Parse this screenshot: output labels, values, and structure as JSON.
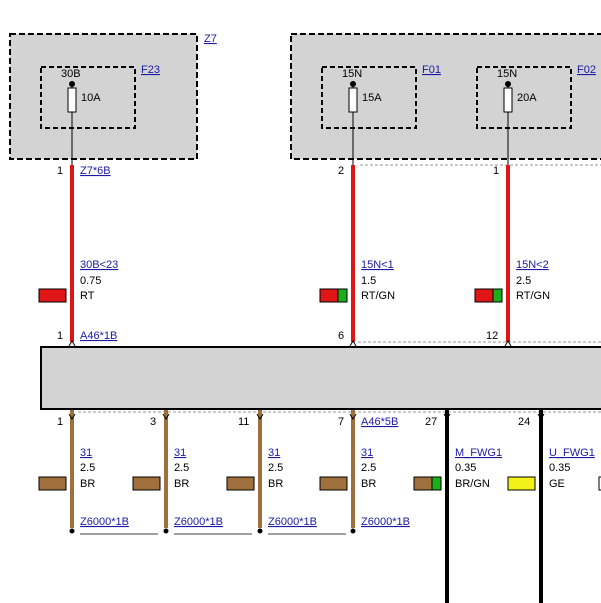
{
  "modules": {
    "z7": {
      "label": "Z7"
    },
    "a46": {
      "label": "A46*1B",
      "bottom_label": "A46*5B"
    }
  },
  "fuses": [
    {
      "id": "F23",
      "terminal": "30B",
      "rating": "10A"
    },
    {
      "id": "F01",
      "terminal": "15N",
      "rating": "15A"
    },
    {
      "id": "F02",
      "terminal": "15N",
      "rating": "20A"
    }
  ],
  "top_wires": [
    {
      "pin_top": "1",
      "connector_top": "Z7*6B",
      "signal": "30B<23",
      "gauge": "0.75",
      "color_code": "RT",
      "colors": [
        "#e01515"
      ],
      "pin_bottom": "1"
    },
    {
      "pin_top": "2",
      "connector_top": "",
      "signal": "15N<1",
      "gauge": "1.5",
      "color_code": "RT/GN",
      "colors": [
        "#e01515",
        "#19b019"
      ],
      "pin_bottom": "6"
    },
    {
      "pin_top": "1",
      "connector_top": "",
      "signal": "15N<2",
      "gauge": "2.5",
      "color_code": "RT/GN",
      "colors": [
        "#e01515",
        "#19b019"
      ],
      "pin_bottom": "12"
    }
  ],
  "bottom_wires": [
    {
      "pin": "1",
      "signal": "31",
      "gauge": "2.5",
      "color_code": "BR",
      "colors": [
        "#a0703c"
      ],
      "connector": "Z6000*1B"
    },
    {
      "pin": "3",
      "signal": "31",
      "gauge": "2.5",
      "color_code": "BR",
      "colors": [
        "#a0703c"
      ],
      "connector": "Z6000*1B"
    },
    {
      "pin": "11",
      "signal": "31",
      "gauge": "2.5",
      "color_code": "BR",
      "colors": [
        "#a0703c"
      ],
      "connector": "Z6000*1B"
    },
    {
      "pin": "7",
      "signal": "31",
      "gauge": "2.5",
      "color_code": "BR",
      "colors": [
        "#a0703c"
      ],
      "connector": "Z6000*1B"
    },
    {
      "pin": "27",
      "signal": "M_FWG1",
      "gauge": "0.35",
      "color_code": "BR/GN",
      "colors": [
        "#a0703c",
        "#19b019"
      ],
      "connector": ""
    },
    {
      "pin": "24",
      "signal": "U_FWG1",
      "gauge": "0.35",
      "color_code": "GE",
      "colors": [
        "#f2f21a"
      ],
      "connector": ""
    }
  ],
  "colors": {
    "red_wire": "#e01515",
    "brown_wire": "#a0703c",
    "black_wire": "#000000",
    "module_fill": "#d3d3d3",
    "link": "#1a1aa6"
  }
}
